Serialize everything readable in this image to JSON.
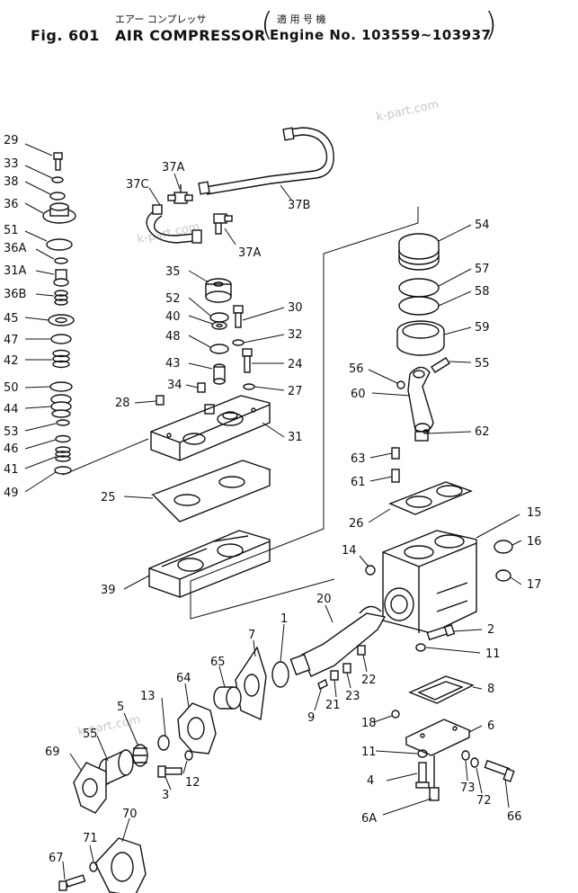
{
  "header": {
    "fig": "Fig. 601",
    "title": "AIR COMPRESSOR",
    "title_jp": "エアー  コンプレッサ",
    "engine_jp": "適 用 号 機",
    "engine": "Engine No. 103559~103937"
  },
  "watermarks": [
    "k-part.com",
    "k-part.com",
    "k-part.com"
  ],
  "part_labels": {
    "p29": "29",
    "p33": "33",
    "p38": "38",
    "p36": "36",
    "p51": "51",
    "p36A": "36A",
    "p31A": "31A",
    "p36B": "36B",
    "p45": "45",
    "p47": "47",
    "p42": "42",
    "p50": "50",
    "p44": "44",
    "p53": "53",
    "p46": "46",
    "p41": "41",
    "p49": "49",
    "p37A_top": "37A",
    "p37C": "37C",
    "p37B": "37B",
    "p37A_mid": "37A",
    "p35": "35",
    "p52": "52",
    "p40": "40",
    "p48": "48",
    "p43": "43",
    "p34": "34",
    "p28": "28",
    "p30": "30",
    "p32": "32",
    "p24": "24",
    "p27": "27",
    "p31": "31",
    "p25": "25",
    "p39": "39",
    "p54": "54",
    "p57": "57",
    "p58": "58",
    "p59": "59",
    "p56": "56",
    "p55": "55",
    "p60": "60",
    "p62": "62",
    "p63": "63",
    "p61": "61",
    "p26": "26",
    "p15": "15",
    "p14": "14",
    "p16": "16",
    "p17": "17",
    "p20": "20",
    "p1": "1",
    "p2": "2",
    "p11a": "11",
    "p7": "7",
    "p65": "65",
    "p64": "64",
    "p22": "22",
    "p23": "23",
    "p21": "21",
    "p9": "9",
    "p8": "8",
    "p18": "18",
    "p6": "6",
    "p11b": "11",
    "p5": "5",
    "p13": "13",
    "p55b": "55",
    "p69": "69",
    "p12": "12",
    "p3": "3",
    "p4": "4",
    "p73": "73",
    "p72": "72",
    "p66": "66",
    "p6A": "6A",
    "p70": "70",
    "p71": "71",
    "p67": "67"
  }
}
